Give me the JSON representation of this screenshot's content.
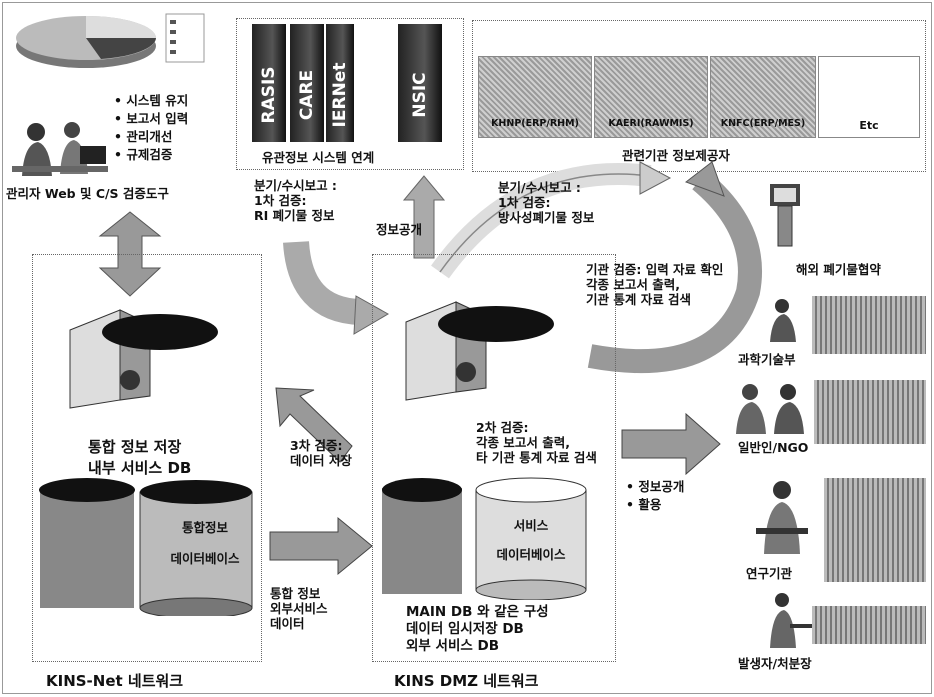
{
  "admin": {
    "bullets": [
      "시스템 유지",
      "보고서 입력",
      "관리개선",
      "규제검증"
    ],
    "caption": "관리자 Web 및 C/S 검증도구"
  },
  "systems": {
    "books": [
      "RASIS",
      "CARE",
      "IERNet",
      "NSIC"
    ],
    "caption": "유관정보 시스템 연계"
  },
  "providers": {
    "items": [
      "KHNP(ERP/RHM)",
      "KAERI(RAWMIS)",
      "KNFC(ERP/MES)",
      "Etc"
    ],
    "caption": "관련기관 정보제공자"
  },
  "flows": {
    "q1_ri": [
      "분기/수시보고 :",
      "1차 검증:",
      "RI 폐기물 정보"
    ],
    "q1_rad": [
      "분기/수시보고 :",
      "1차 검증:",
      "방사성폐기물 정보"
    ],
    "publish": "정보공개",
    "agency_check": [
      "기관 검증: 입력 자료 확인",
      "각종 보고서 출력,",
      "기관 통계 자료 검색"
    ],
    "overseas": "해외 폐기물협약",
    "third_check": [
      "3차 검증:",
      "데이터 저장"
    ],
    "second_check": [
      "2차 검증:",
      "각종 보고서 출력,",
      "타 기관 통계 자료 검색"
    ],
    "integrated_ext": [
      "통합 정보",
      "외부서비스",
      "데이터"
    ],
    "public_use": [
      "정보공개",
      "활용"
    ]
  },
  "kins_net": {
    "store": [
      "통합 정보 저장",
      "내부 서비스 DB"
    ],
    "db_label": [
      "통합정보",
      "데이터베이스"
    ],
    "caption": "KINS-Net 네트워크"
  },
  "kins_dmz": {
    "db_label": [
      "서비스",
      "데이터베이스"
    ],
    "desc": [
      "MAIN DB 와 같은 구성",
      "데이터 임시저장 DB",
      "외부 서비스 DB"
    ],
    "caption": "KINS DMZ 네트워크"
  },
  "users": {
    "items": [
      "과학기술부",
      "일반인/NGO",
      "연구기관",
      "발생자/처분장"
    ]
  }
}
